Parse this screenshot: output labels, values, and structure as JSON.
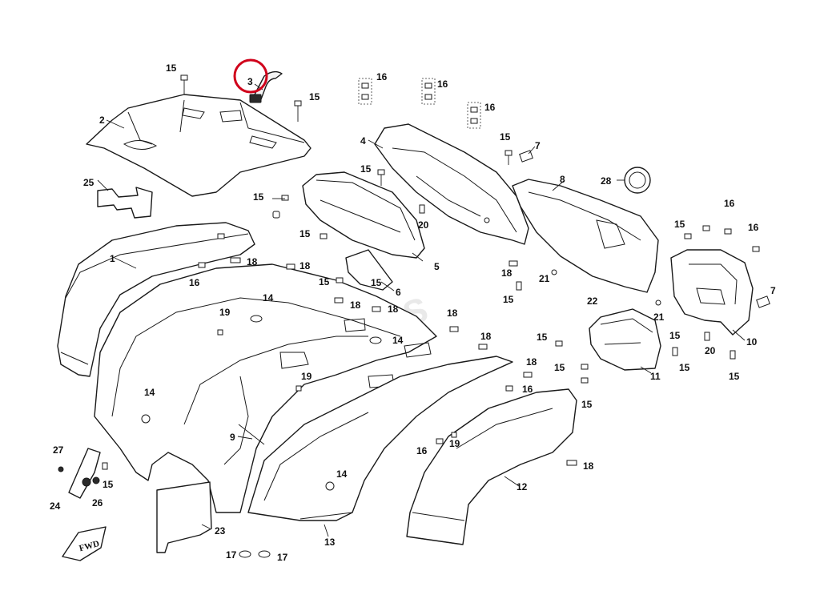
{
  "highlight_color": "#d0021b",
  "highlighted_part": "3",
  "watermark": "KAMOTO.S",
  "fwd_label": "FWD",
  "callouts": {
    "p1": "1",
    "p2": "2",
    "p3": "3",
    "p4": "4",
    "p5": "5",
    "p6": "6",
    "p7a": "7",
    "p7b": "7",
    "p8": "8",
    "p9": "9",
    "p10": "10",
    "p11": "11",
    "p12": "12",
    "p13": "13",
    "p14a": "14",
    "p14b": "14",
    "p14c": "14",
    "p14d": "14",
    "p15a": "15",
    "p15b": "15",
    "p15c": "15",
    "p15d": "15",
    "p15e": "15",
    "p15f": "15",
    "p15g": "15",
    "p15h": "15",
    "p15i": "15",
    "p15j": "15",
    "p15k": "15",
    "p15l": "15",
    "p15m": "15",
    "p15n": "15",
    "p15o": "15",
    "p15p": "15",
    "p16a": "16",
    "p16b": "16",
    "p16c": "16",
    "p16d": "16",
    "p16e": "16",
    "p16f": "16",
    "p16g": "16",
    "p16h": "16",
    "p17a": "17",
    "p17b": "17",
    "p18a": "18",
    "p18b": "18",
    "p18c": "18",
    "p18d": "18",
    "p18e": "18",
    "p18f": "18",
    "p18g": "18",
    "p18h": "18",
    "p18i": "18",
    "p19a": "19",
    "p19b": "19",
    "p19c": "19",
    "p20a": "20",
    "p20b": "20",
    "p21a": "21",
    "p21b": "21",
    "p22": "22",
    "p23": "23",
    "p24": "24",
    "p25": "25",
    "p26": "26",
    "p27": "27",
    "p28": "28"
  }
}
